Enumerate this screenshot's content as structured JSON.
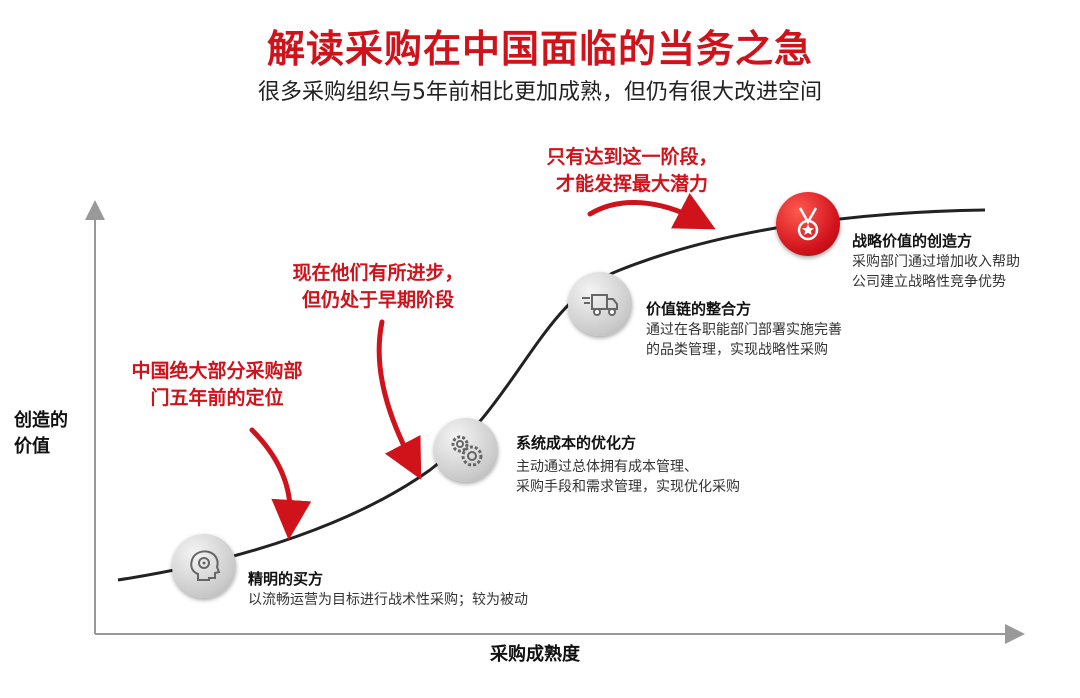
{
  "header": {
    "title": "解读采购在中国面临的当务之急",
    "subtitle": "很多采购组织与5年前相比更加成熟，但仍有很大改进空间"
  },
  "axes": {
    "y_label_line1": "创造的",
    "y_label_line2": "价值",
    "x_label": "采购成熟度"
  },
  "annotations": [
    {
      "line1": "中国绝大部分采购部",
      "line2": "门五年前的定位"
    },
    {
      "line1": "现在他们有所进步，",
      "line2": "但仍处于早期阶段"
    },
    {
      "line1": "只有达到这一阶段，",
      "line2": "才能发挥最大潜力"
    }
  ],
  "stages": [
    {
      "icon": "head-gear-icon",
      "title": "精明的买方",
      "desc1": "以流畅运营为目标进行战术性采购；较为被动",
      "desc2": ""
    },
    {
      "icon": "gears-icon",
      "title": "系统成本的优化方",
      "desc1": "主动通过总体拥有成本管理、",
      "desc2": "采购手段和需求管理，实现优化采购"
    },
    {
      "icon": "truck-icon",
      "title": "价值链的整合方",
      "desc1": "通过在各职能部门部署实施完善",
      "desc2": "的品类管理，实现战略性采购"
    },
    {
      "icon": "medal-icon",
      "title": "战略价值的创造方",
      "desc1": "采购部门通过增加收入帮助",
      "desc2": "公司建立战略性竞争优势"
    }
  ],
  "colors": {
    "accent": "#d0121b",
    "curve": "#222222",
    "axis": "#999999"
  }
}
